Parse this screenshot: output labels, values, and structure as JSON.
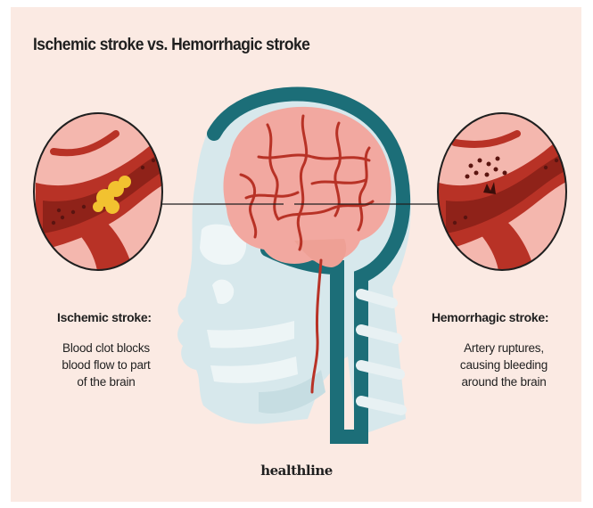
{
  "title": "Ischemic stroke vs. Hemorrhagic stroke",
  "left": {
    "heading": "Ischemic stroke:",
    "description": "Blood clot blocks\nblood flow to part\nof the brain"
  },
  "right": {
    "heading": "Hemorrhagic stroke:",
    "description": "Artery ruptures,\ncausing bleeding\naround the brain"
  },
  "brand": "healthline",
  "colors": {
    "background": "#fbeae3",
    "skull": "#d7e8ec",
    "spine": "#1c6e78",
    "brain": "#f2a8a0",
    "artery": "#b83226",
    "clot": "#f2c230"
  }
}
